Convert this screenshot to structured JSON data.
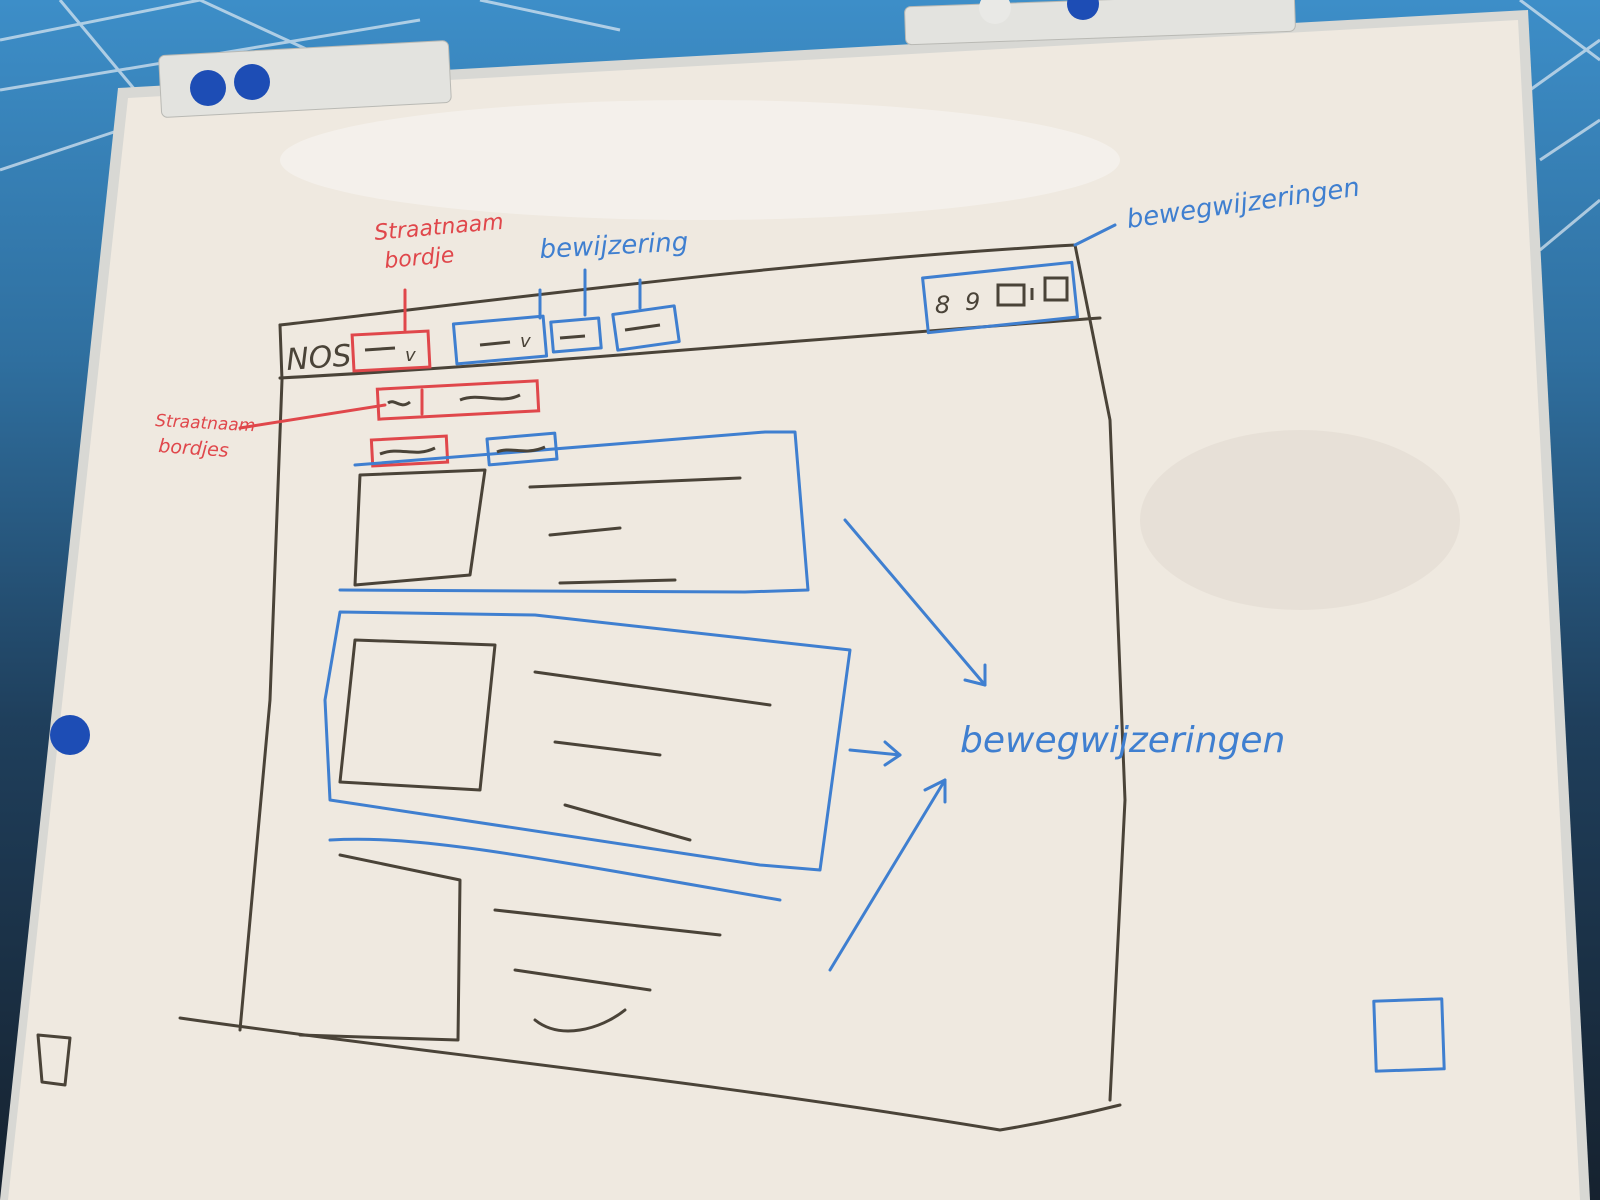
{
  "whiteboard": {
    "colors": {
      "marker_black": "#4a4338",
      "marker_blue": "#3f7fd0",
      "marker_red": "#e0474b",
      "board": "#efe9e0",
      "frame": "#d9d9d5",
      "magnet": "#1d4db5"
    },
    "annotations": {
      "top_right_label": "bewegwijzeringen",
      "top_center_label": "bewijzering",
      "red_label_top_line1": "Straatnaam",
      "red_label_top_line2": "bordje",
      "red_label_side_line1": "Straatnaam",
      "red_label_side_line2": "bordjes",
      "right_label": "bewegwijzeringen"
    },
    "wireframe": {
      "logo_text": "NOS",
      "dropdown_caret": "v",
      "icons": [
        "search-icon",
        "magnifier-icon",
        "window-icon",
        "window-icon"
      ],
      "card_count": 3
    }
  }
}
